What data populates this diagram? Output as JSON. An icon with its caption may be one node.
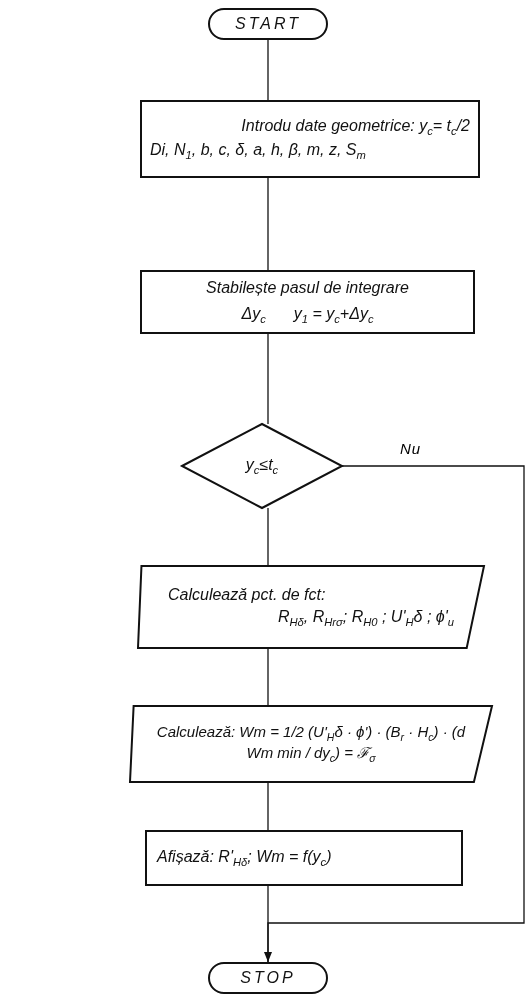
{
  "diagram": {
    "nodes": [
      {
        "text": [
          "START"
        ]
      },
      {
        "text": [
          "Introdu date geometrice: y$_{c}$= t$_{c}$/2",
          "Di, N$_{1}$, b, c, δ, a, h, β, m, z, S$_{m}$"
        ]
      },
      {
        "text": [
          "Stabilește pasul de integrare",
          "Δy$_{c}$",
          "y$_{1}$ = y$_{c}$+Δy$_{c}$"
        ]
      },
      {
        "text": [
          "y$_{c}$≤t$_{c}$"
        ]
      },
      {
        "text": [
          "Calculează pct. de fct:",
          "R$_{Hδ}$, R$_{Hrσ}$; R$_{H0}$ ; U'$_{H}$δ ; ϕ'$_{u}$"
        ]
      },
      {
        "text": [
          "Calculează: Wm = 1/2 (U'$_{H}$δ · ϕ') · (B$_{r}$ · H$_{c}$) · (d Wm min / dy$_{c}$) = ℱ$_{σ}$"
        ]
      },
      {
        "text": [
          "Afișază: R'$_{Hδ}$; Wm = f(y$_{c}$)"
        ]
      },
      {
        "text": [
          "STOP"
        ]
      }
    ],
    "edges": [
      {
        "from": 0,
        "to": 1,
        "arrow": "none"
      },
      {
        "from": 1,
        "to": 2,
        "arrow": "none"
      },
      {
        "from": 2,
        "to": 3,
        "arrow": "none"
      },
      {
        "from": 3,
        "to": 4,
        "arrow": "none"
      },
      {
        "from": 4,
        "to": 5,
        "arrow": "none"
      },
      {
        "from": 5,
        "to": 6,
        "arrow": "none"
      },
      {
        "from": 6,
        "to": 7,
        "arrow": "none"
      },
      {
        "from": 3,
        "to": 7,
        "arrow": "to",
        "label": "Nu"
      }
    ]
  }
}
